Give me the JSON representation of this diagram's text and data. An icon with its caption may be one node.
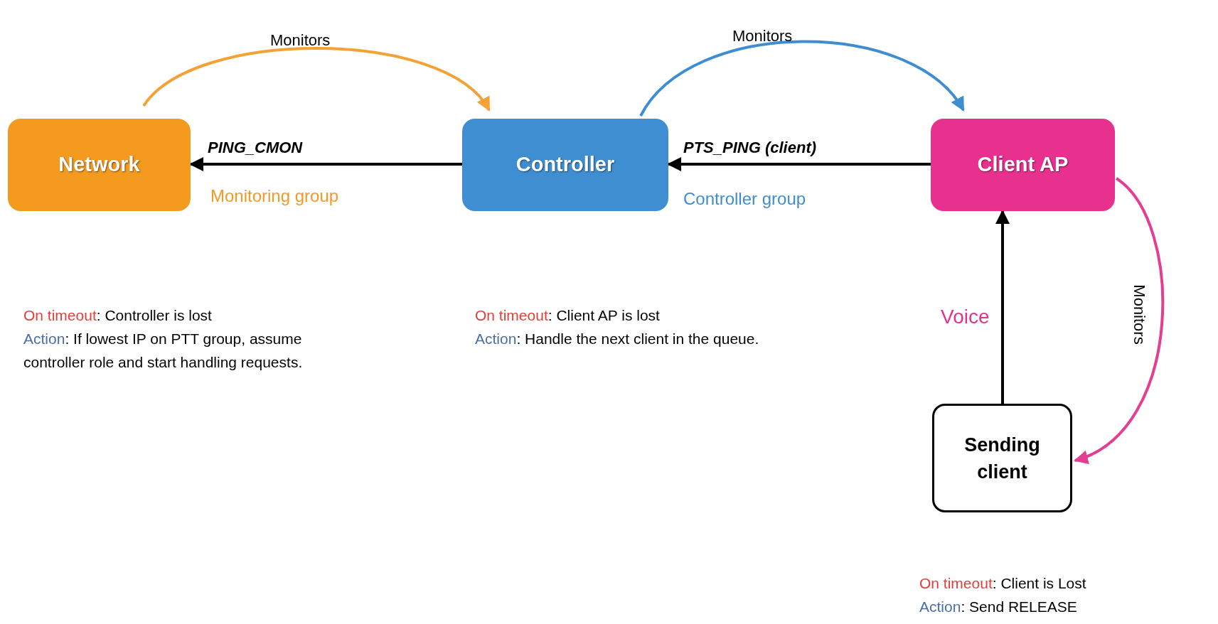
{
  "diagram": {
    "nodes": [
      {
        "text": [
          "Network"
        ]
      },
      {
        "text": [
          "Controller"
        ]
      },
      {
        "text": [
          "Client AP"
        ]
      },
      {
        "text": [
          "Sending client"
        ]
      }
    ],
    "edges": [
      {
        "from": 1,
        "to": 0,
        "arrow": "to",
        "label": "PING_CMON"
      },
      {
        "from": 2,
        "to": 1,
        "arrow": "to",
        "label": "PTS_PING (client)"
      },
      {
        "from": 0,
        "to": 1,
        "arrow": "to",
        "label": "Monitors",
        "color": "#f4a236"
      },
      {
        "from": 1,
        "to": 2,
        "arrow": "to",
        "label": "Monitors",
        "color": "#3e8dd0"
      },
      {
        "from": 2,
        "to": 3,
        "arrow": "to",
        "label": "Monitors",
        "color": "#e53d91"
      },
      {
        "from": 3,
        "to": 2,
        "arrow": "to",
        "label": "Voice"
      }
    ],
    "labels": [
      "Monitoring group",
      "Controller group",
      "On timeout: Controller is lost",
      "Action: If lowest IP on PTT group, assume controller role and start handling requests.",
      "On timeout: Client AP is lost",
      "Action: Handle the next client in the queue.",
      "On timeout: Client is Lost",
      "Action: Send RELEASE"
    ]
  }
}
